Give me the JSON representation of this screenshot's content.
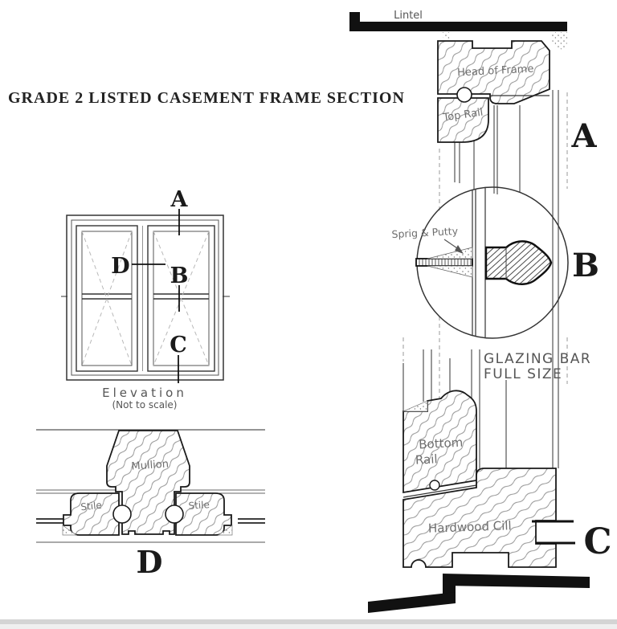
{
  "title": "GRADE 2 LISTED CASEMENT FRAME SECTION",
  "elevation": {
    "letter_a": "A",
    "letter_b": "B",
    "letter_c": "C",
    "letter_d": "D",
    "caption": "Elevation",
    "note": "(Not to scale)"
  },
  "section_a": {
    "letter": "A",
    "lintel_label": "Lintel",
    "head_label": "Head of Frame",
    "top_rail_label": "Top Rail"
  },
  "detail_b": {
    "letter": "B",
    "putty_label": "Sprig & Putty",
    "caption_line1": "GLAZING BAR",
    "caption_line2": "FULL SIZE"
  },
  "section_c": {
    "letter": "C",
    "bottom_rail_line1": "Bottom",
    "bottom_rail_line2": "Rail",
    "cill_label": "Hardwood Cill"
  },
  "section_d": {
    "letter": "D",
    "mullion_label": "Mullion",
    "stile_left_label": "Stile",
    "stile_right_label": "Stile"
  },
  "colors": {
    "ink": "#1a1a1a",
    "annotation": "#6e6e6e",
    "paper": "#ffffff"
  }
}
